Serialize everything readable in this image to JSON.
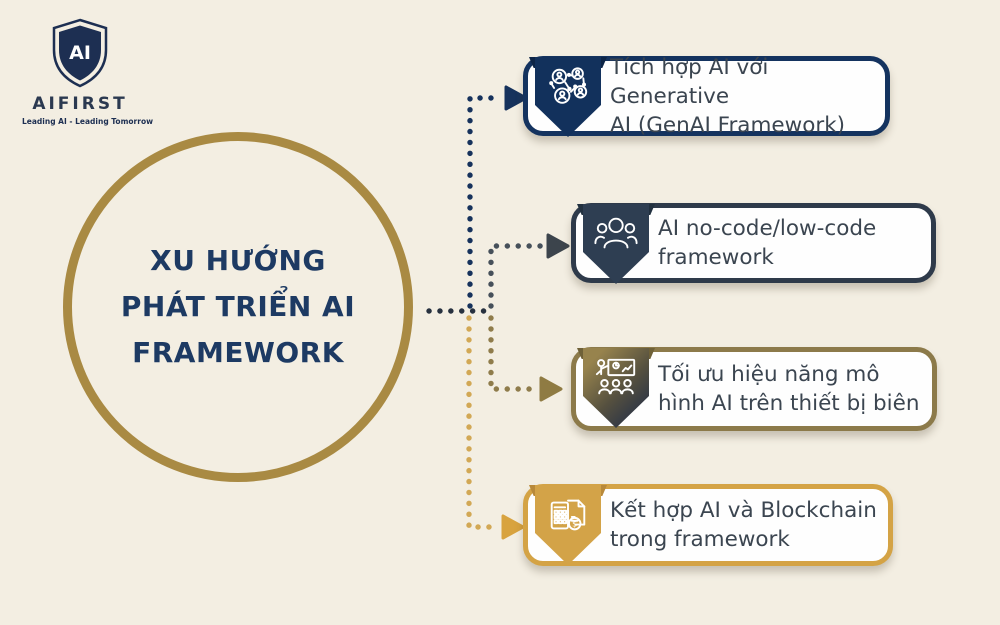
{
  "logo": {
    "shield_text": "AI",
    "brand": "AIFIRST",
    "tagline": "Leading AI - Leading Tomorrow"
  },
  "center": {
    "title": "XU HƯỚNG PHÁT TRIỂN AI FRAMEWORK",
    "title_lines": [
      "XU HƯỚNG",
      "PHÁT TRIỂN AI",
      "FRAMEWORK"
    ]
  },
  "cards": [
    {
      "label": "Tích hợp AI với Generative AI (GenAI Framework)",
      "lines": [
        "Tích hợp AI với Generative",
        "AI (GenAI Framework)"
      ],
      "icon": "ai-network-icon",
      "accent": "#14335f"
    },
    {
      "label": "AI no-code/low-code framework",
      "lines": [
        "AI no-code/low-code",
        "framework"
      ],
      "icon": "user-group-icon",
      "accent": "#2e3a4a"
    },
    {
      "label": "Tối ưu hiệu năng mô hình AI trên thiết bị biên",
      "lines": [
        "Tối ưu hiệu năng mô",
        "hình AI trên thiết bị biên"
      ],
      "icon": "presentation-audience-icon",
      "accent": "#8c7a4a"
    },
    {
      "label": "Kết hợp AI và Blockchain trong framework",
      "lines": [
        "Kết hợp AI và Blockchain",
        "trong framework"
      ],
      "icon": "blockchain-ledger-icon",
      "accent": "#d4a345"
    }
  ],
  "colors": {
    "background": "#f3eee2",
    "circle_border": "#a98a43",
    "center_text": "#1d3a63",
    "card_text": "#3b4550",
    "navy": "#14335f",
    "slate": "#2e3a4a",
    "olive": "#8c7a4a",
    "gold": "#d4a345"
  }
}
